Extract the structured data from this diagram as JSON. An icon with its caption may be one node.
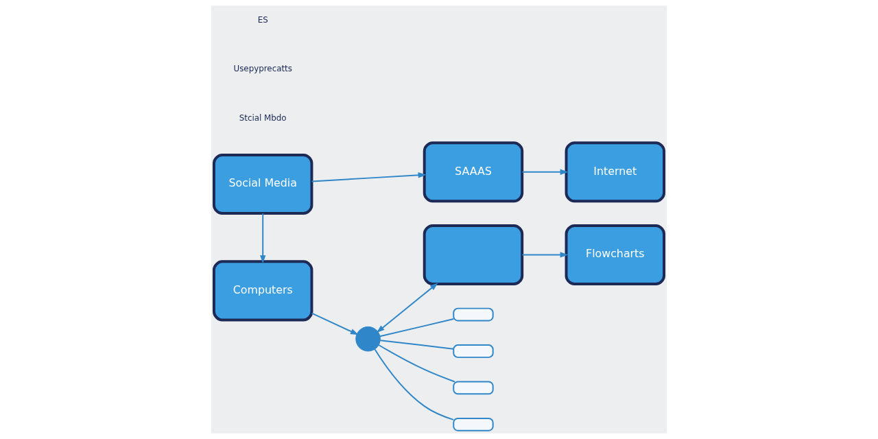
{
  "diagram": {
    "nodes": [
      {
        "text": [
          "Social Media"
        ]
      },
      {
        "text": [
          "SAAAS"
        ]
      },
      {
        "text": [
          "Internet"
        ]
      },
      {
        "text": [
          "Computers"
        ]
      },
      {
        "text": [],
        "shape": "circle"
      },
      {
        "text": [],
        "shape": "box"
      },
      {
        "text": [
          "Flowcharts"
        ]
      },
      {
        "text": [],
        "shape": "box"
      },
      {
        "text": [],
        "shape": "box"
      },
      {
        "text": [],
        "shape": "box"
      },
      {
        "text": [],
        "shape": "box"
      }
    ],
    "edges": [
      {
        "from": 0,
        "to": 1,
        "arrow": "to"
      },
      {
        "from": 1,
        "to": 2,
        "arrow": "to"
      },
      {
        "from": 0,
        "to": 3,
        "arrow": "to"
      },
      {
        "from": 3,
        "to": 4,
        "arrow": "to"
      },
      {
        "from": 4,
        "to": 5,
        "arrow": "both"
      },
      {
        "from": 5,
        "to": 6,
        "arrow": "to"
      },
      {
        "from": 4,
        "to": 7,
        "arrow": "none"
      },
      {
        "from": 4,
        "to": 8,
        "arrow": "none"
      },
      {
        "from": 4,
        "to": 9,
        "arrow": "none"
      },
      {
        "from": 4,
        "to": 10,
        "arrow": "none"
      }
    ],
    "labels": [
      "Stcial Mbdo",
      "Usepyprecatts",
      "ES"
    ]
  }
}
